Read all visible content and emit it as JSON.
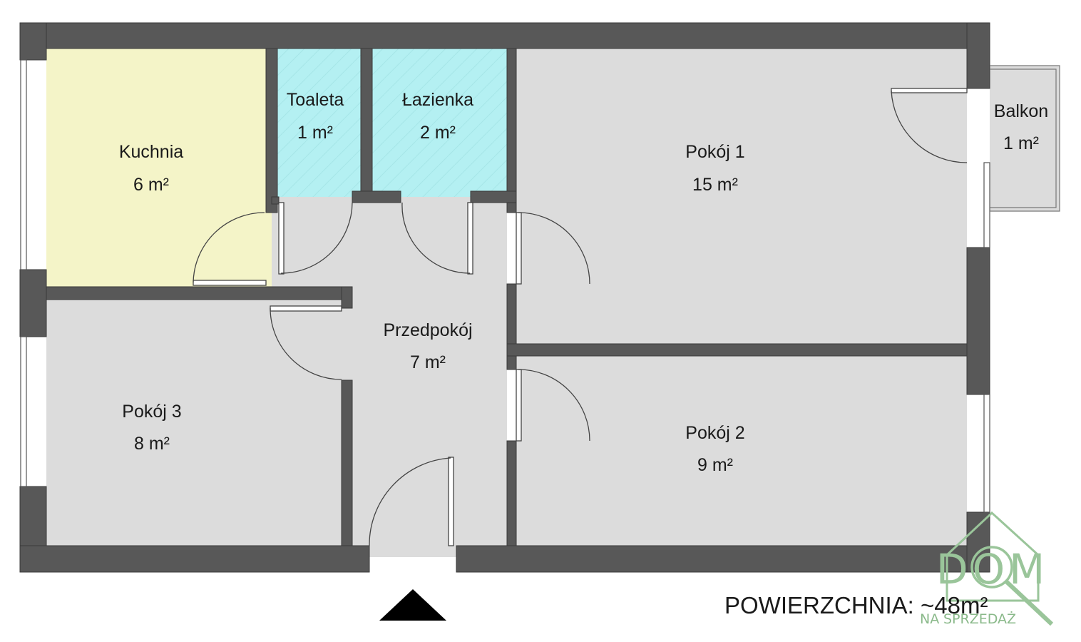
{
  "rooms": {
    "kuchnia": {
      "name": "Kuchnia",
      "area": "6 m²",
      "fill": "#f4f4c8"
    },
    "toaleta": {
      "name": "Toaleta",
      "area": "1 m²",
      "fill": "#b4f0f2"
    },
    "lazienka": {
      "name": "Łazienka",
      "area": "2 m²",
      "fill": "#b4f0f2"
    },
    "pokoj1": {
      "name": "Pokój 1",
      "area": "15 m²",
      "fill": "#dcdcdc"
    },
    "balkon": {
      "name": "Balkon",
      "area": "1 m²",
      "fill": "#dcdcdc"
    },
    "przedpokoj": {
      "name": "Przedpokój",
      "area": "7 m²",
      "fill": "#dcdcdc"
    },
    "pokoj3": {
      "name": "Pokój 3",
      "area": "8 m²",
      "fill": "#dcdcdc"
    },
    "pokoj2": {
      "name": "Pokój 2",
      "area": "9 m²",
      "fill": "#dcdcdc"
    }
  },
  "total_area": "POWIERZCHNIA: ~48m²",
  "logo": {
    "main": "DOM",
    "sub_left": "NA",
    "sub_right": "SPRZEDAŻ"
  },
  "colors": {
    "wall": "#585858",
    "wall_outline": "#3a3a3a",
    "entrance_marker": "#000000",
    "logo": "#9ac59a"
  },
  "icons": {
    "entrance": "entrance-arrow-icon",
    "logo": "magnifier-house-logo-icon"
  }
}
